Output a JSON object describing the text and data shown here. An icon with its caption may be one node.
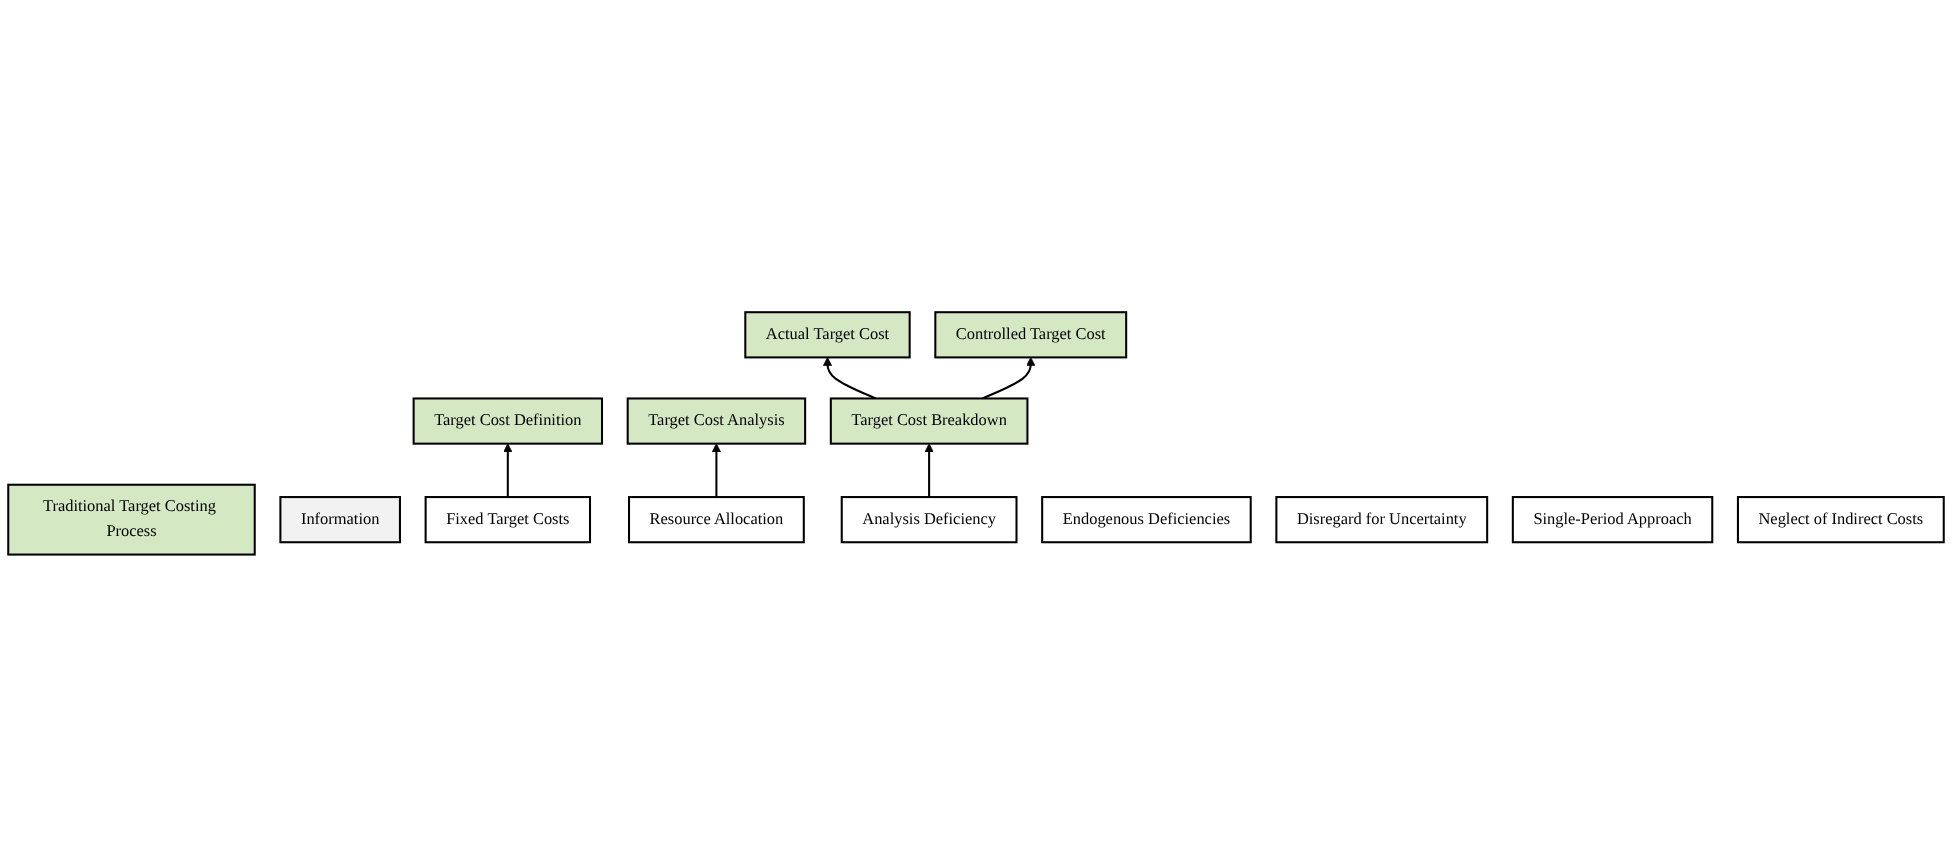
{
  "diagram": {
    "nodes": [
      {
        "text": [
          "Traditional Target Costing Process"
        ]
      },
      {
        "text": [
          "Information"
        ]
      },
      {
        "text": [
          "Target Cost Definition"
        ]
      },
      {
        "text": [
          "Target Cost Analysis"
        ]
      },
      {
        "text": [
          "Target Cost Breakdown"
        ]
      },
      {
        "text": [
          "Actual Target Cost"
        ]
      },
      {
        "text": [
          "Controlled Target Cost"
        ]
      },
      {
        "text": [
          "Fixed Target Costs"
        ]
      },
      {
        "text": [
          "Resource Allocation"
        ]
      },
      {
        "text": [
          "Analysis Deficiency"
        ]
      },
      {
        "text": [
          "Endogenous Deficiencies"
        ]
      },
      {
        "text": [
          "Disregard for Uncertainty"
        ]
      },
      {
        "text": [
          "Single-Period Approach"
        ]
      },
      {
        "text": [
          "Neglect of Indirect Costs"
        ]
      }
    ],
    "edges": [
      {
        "from": 7,
        "to": 2,
        "arrow": "to"
      },
      {
        "from": 8,
        "to": 3,
        "arrow": "to"
      },
      {
        "from": 9,
        "to": 4,
        "arrow": "to"
      },
      {
        "from": 4,
        "to": 5,
        "arrow": "to"
      },
      {
        "from": 4,
        "to": 6,
        "arrow": "to"
      }
    ]
  }
}
